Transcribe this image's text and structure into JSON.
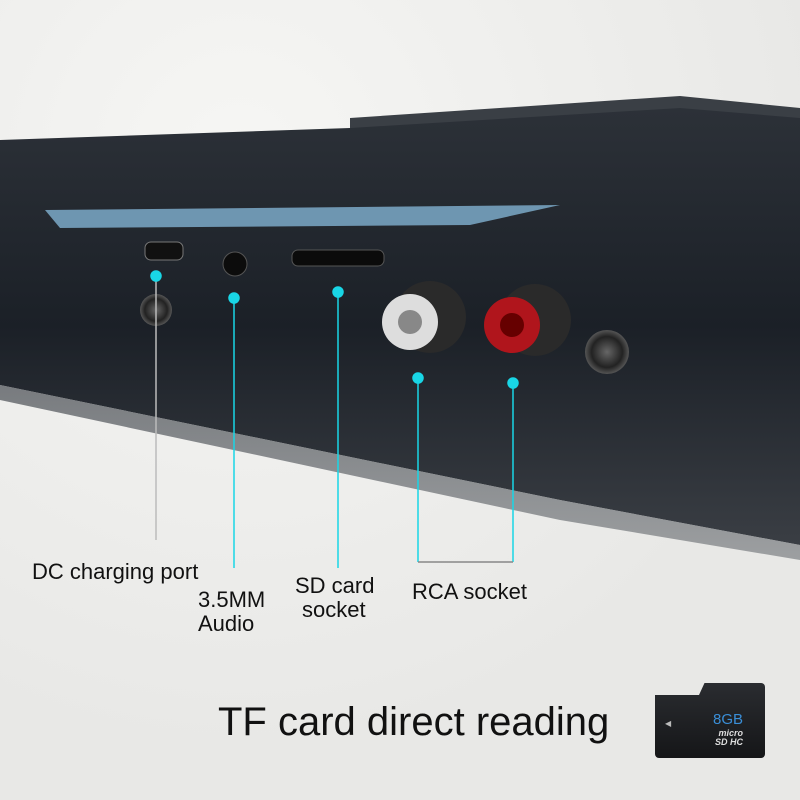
{
  "labels": {
    "dc": "DC charging port",
    "audio_line1": "3.5MM",
    "audio_line2": "Audio",
    "sd_line1": "SD card",
    "sd_line2": "socket",
    "rca": "RCA socket"
  },
  "headline": "TF card direct reading",
  "card": {
    "capacity": "8GB",
    "brand_line1": "micro",
    "brand_line2": "SD HC"
  },
  "colors": {
    "callout": "#19d6e6",
    "body": "#1c2128",
    "rca_red": "#b0151c"
  }
}
